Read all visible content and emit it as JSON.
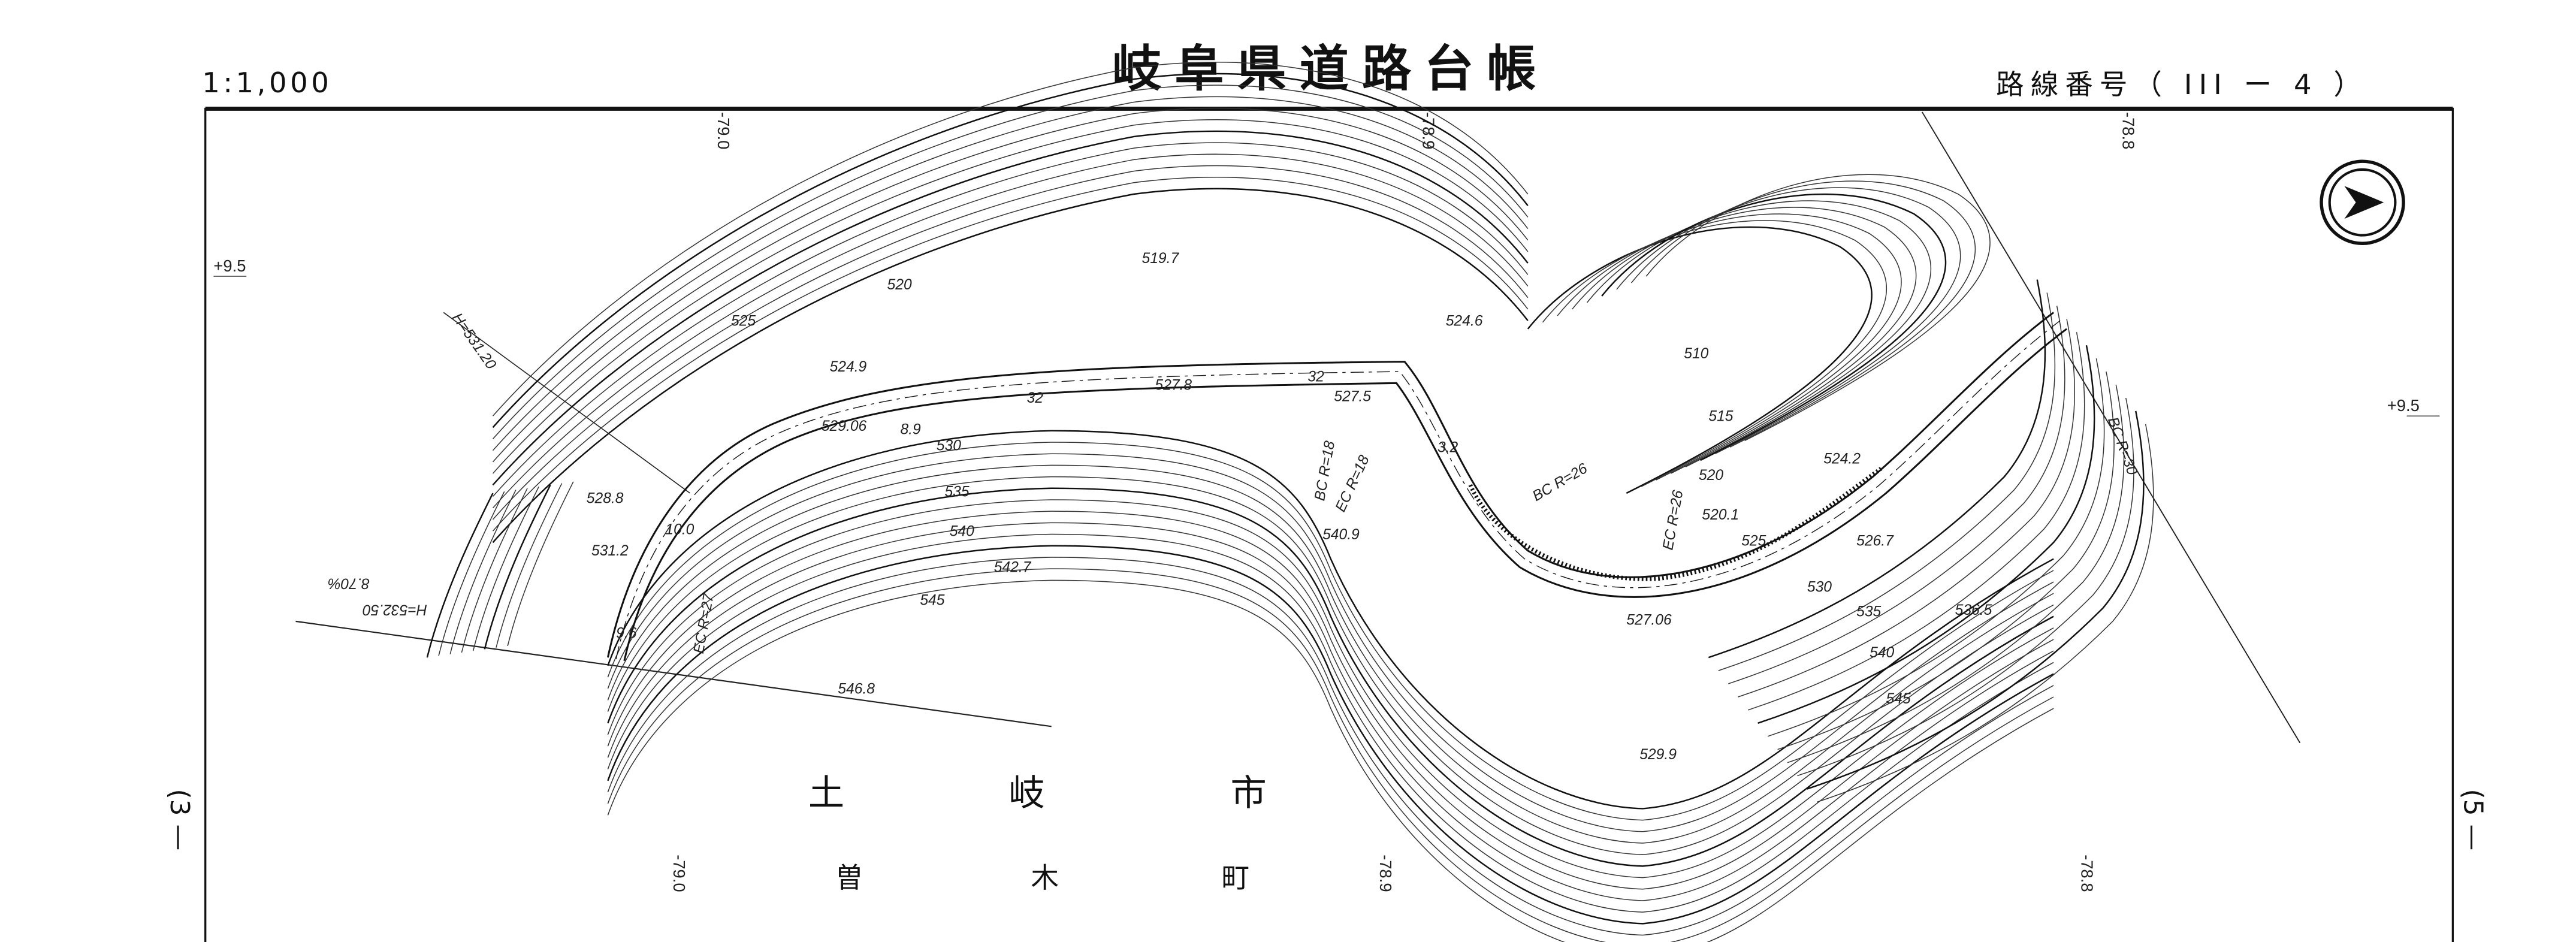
{
  "header": {
    "scale": "1:1,000",
    "title": "岐阜県道路台帳",
    "route_number_label": "路線番号（ III ー 4 ）"
  },
  "sheet_refs": {
    "left": "(3 —",
    "right": "(5 —"
  },
  "grid_labels": {
    "top": [
      "-79.0",
      "-78.9",
      "-78.8"
    ],
    "bottom": [
      "-79.0",
      "-78.9",
      "-78.8"
    ],
    "left": "+9.5",
    "right": "+9.5"
  },
  "place_names": {
    "city": [
      "土",
      "岐",
      "市"
    ],
    "town": [
      "曽",
      "木",
      "町"
    ]
  },
  "elevation_labels": [
    "519.7",
    "520",
    "525",
    "524.9",
    "524.6",
    "510",
    "527.8",
    "527.5",
    "529.06",
    "8.9",
    "530",
    "535",
    "540",
    "542.7",
    "545",
    "546.8",
    "528.8",
    "531.2",
    "515",
    "520",
    "520.1",
    "524.2",
    "525",
    "526.7",
    "530",
    "535",
    "536.5",
    "540",
    "545",
    "529.9",
    "527.06",
    "540.9",
    "32",
    "32",
    "3.2",
    "10.0",
    "9.6"
  ],
  "curve_labels": [
    "BC R=18",
    "EC R=18",
    "BC R=26",
    "EC R=26",
    "BC R=30",
    "EC R=27"
  ],
  "grade_labels": [
    "H=531.20",
    "H=532.50",
    "8.70%"
  ],
  "north_arrow": "north-arrow-icon"
}
